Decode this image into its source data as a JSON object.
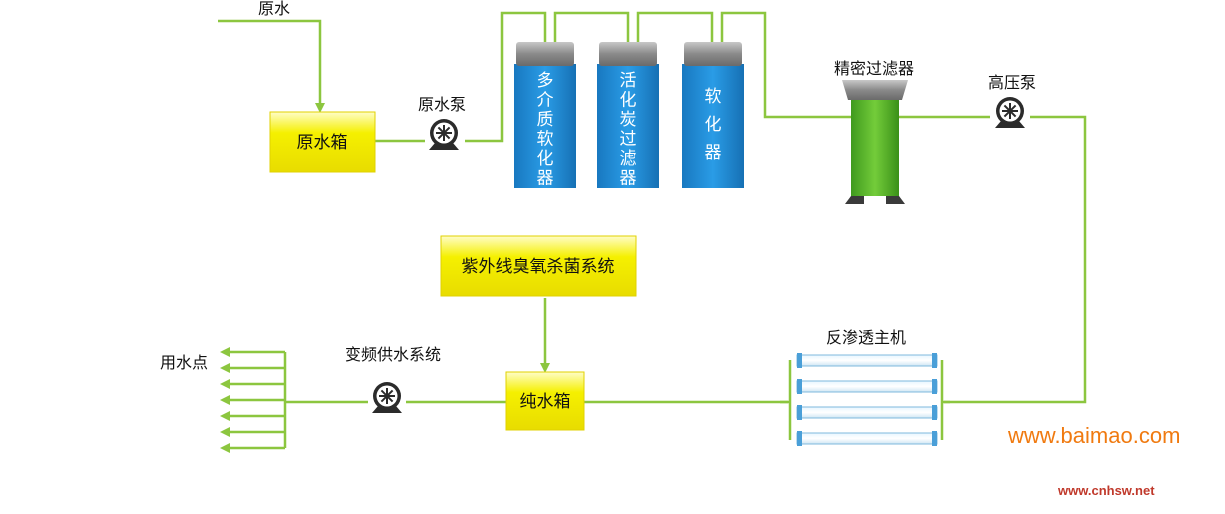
{
  "labels": {
    "raw_water": "原水",
    "raw_water_tank": "原水箱",
    "raw_water_pump": "原水泵",
    "multi_media_softener": "多介质软化器",
    "activated_carbon_filter": "活化炭过滤器",
    "softener": "软化器",
    "precision_filter": "精密过滤器",
    "high_pressure_pump": "高压泵",
    "uv_ozone_system": "紫外线臭氧杀菌系统",
    "variable_freq_supply": "变频供水系统",
    "pure_water_tank": "纯水箱",
    "ro_main_unit": "反渗透主机",
    "use_points": "用水点"
  },
  "watermarks": {
    "baimao": "www.baimao.com",
    "cnhsw": "www.cnhsw.net"
  },
  "colors": {
    "pipe": "#8cc63f",
    "tank_yellow": "#f5f000",
    "vessel_blue": "#1e90d8",
    "filter_green": "#5cb82e",
    "cap_grey": "#9a9a9a",
    "watermark_orange": "#f07a10",
    "watermark_red": "#c0392b"
  }
}
